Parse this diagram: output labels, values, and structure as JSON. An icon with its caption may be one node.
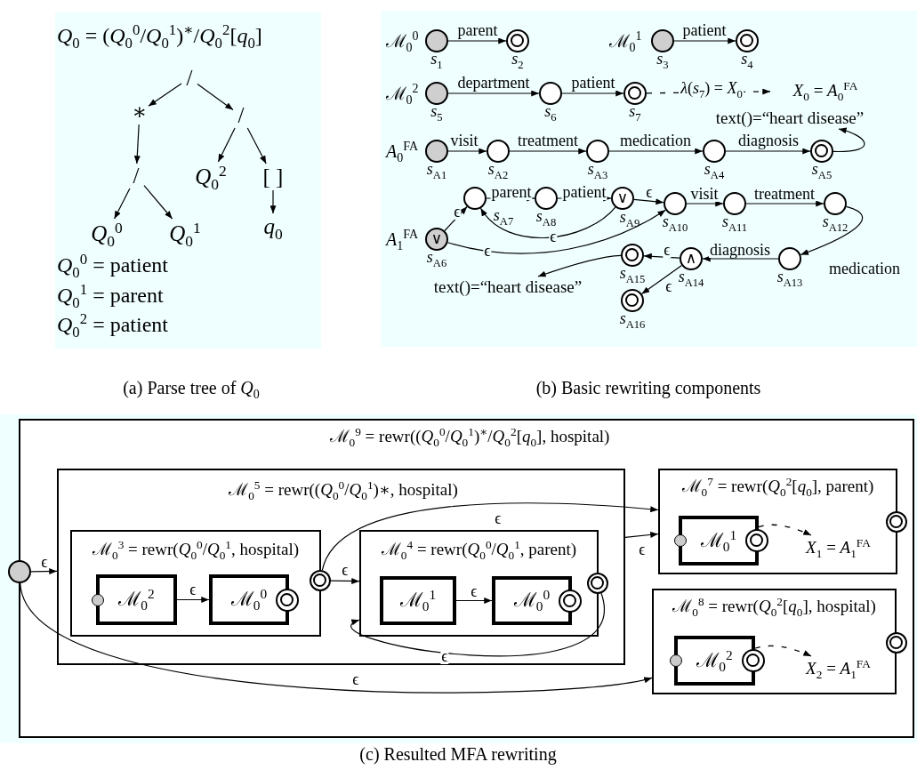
{
  "diagram": {
    "nodes": [
      {
        "text": [
          "/"
        ]
      },
      {
        "text": [
          "∗"
        ]
      },
      {
        "text": [
          "/"
        ]
      },
      {
        "text": [
          "/"
        ]
      },
      {
        "text": [
          "*Q*$_{0}$$^{2}$"
        ]
      },
      {
        "text": [
          "[ ]"
        ]
      },
      {
        "text": [
          "*Q*$_{0}$$^{0}$"
        ]
      },
      {
        "text": [
          "*Q*$_{0}$$^{1}$"
        ]
      },
      {
        "text": [
          "*q*$_{0}$"
        ]
      },
      {
        "text": [],
        "shape": "disc",
        "beside": [
          "*s*$_{1}$"
        ]
      },
      {
        "text": [],
        "shape": "ring",
        "beside": [
          "*s*$_{2}$"
        ]
      },
      {
        "text": [],
        "shape": "disc",
        "beside": [
          "*s*$_{3}$"
        ]
      },
      {
        "text": [],
        "shape": "ring",
        "beside": [
          "*s*$_{4}$"
        ]
      },
      {
        "text": [],
        "shape": "disc",
        "beside": [
          "*s*$_{5}$"
        ]
      },
      {
        "text": [],
        "shape": "circle",
        "beside": [
          "*s*$_{6}$"
        ]
      },
      {
        "text": [],
        "shape": "ring",
        "beside": [
          "*s*$_{7}$"
        ]
      },
      {
        "text": [
          "*X*$_{0}$ = *A*$_{0}$$^{FA}$"
        ]
      },
      {
        "text": [],
        "shape": "disc",
        "beside": [
          "*s*$_{A1}$"
        ]
      },
      {
        "text": [],
        "shape": "circle",
        "beside": [
          "*s*$_{A2}$"
        ]
      },
      {
        "text": [],
        "shape": "circle",
        "beside": [
          "*s*$_{A3}$"
        ]
      },
      {
        "text": [],
        "shape": "circle",
        "beside": [
          "*s*$_{A4}$"
        ]
      },
      {
        "text": [],
        "shape": "ring",
        "beside": [
          "*s*$_{A5}$"
        ]
      },
      {
        "text": [
          "text()=“heart disease”"
        ]
      },
      {
        "text": [
          "∨"
        ],
        "beside": [
          "*s*$_{A6}$"
        ]
      },
      {
        "text": [],
        "shape": "circle",
        "beside": [
          "*s*$_{A7}$"
        ]
      },
      {
        "text": [],
        "shape": "circle",
        "beside": [
          "*s*$_{A8}$"
        ]
      },
      {
        "text": [
          "∨"
        ],
        "beside": [
          "*s*$_{A9}$"
        ]
      },
      {
        "text": [],
        "shape": "circle",
        "beside": [
          "*s*$_{A10}$"
        ]
      },
      {
        "text": [],
        "shape": "circle",
        "beside": [
          "*s*$_{A11}$"
        ]
      },
      {
        "text": [],
        "shape": "circle",
        "beside": [
          "*s*$_{A12}$"
        ]
      },
      {
        "text": [],
        "shape": "circle",
        "beside": [
          "*s*$_{A13}$"
        ]
      },
      {
        "text": [
          "∧"
        ],
        "beside": [
          "*s*$_{A14}$"
        ]
      },
      {
        "text": [],
        "shape": "ring",
        "beside": [
          "*s*$_{A15}$"
        ]
      },
      {
        "text": [],
        "shape": "ring",
        "beside": [
          "*s*$_{A16}$"
        ]
      },
      {
        "text": [
          "text()=“heart disease”"
        ]
      },
      {
        "text": [
          "ℳ$_{0}$$^{9}$ = rewr((*Q*$_{0}$$^{0}$/*Q*$_{0}$$^{1}$)$^{∗}$/*Q*$_{0}$$^{2}$[*q*$_{0}$], hospital)"
        ]
      },
      {
        "text": [],
        "shape": "disc"
      },
      {
        "text": [
          "ℳ$_{0}$$^{5}$ = rewr((*Q*$_{0}$$^{0}$/*Q*$_{0}$$^{1}$)∗, hospital)"
        ],
        "in": 35
      },
      {
        "text": [
          "ℳ$_{0}$$^{3}$ = rewr(*Q*$_{0}$$^{0}$/*Q*$_{0}$$^{1}$, hospital)"
        ],
        "in": 37
      },
      {
        "text": [
          "ℳ$_{0}$$^{2}$"
        ],
        "in": 38
      },
      {
        "text": [
          "ℳ$_{0}$$^{0}$"
        ],
        "in": 38
      },
      {
        "text": [],
        "shape": "ring",
        "in": 37
      },
      {
        "text": [
          "ℳ$_{0}$$^{4}$ = rewr(*Q*$_{0}$$^{0}$/*Q*$_{0}$$^{1}$, parent)"
        ],
        "in": 37
      },
      {
        "text": [
          "ℳ$_{0}$$^{1}$"
        ],
        "in": 42
      },
      {
        "text": [
          "ℳ$_{0}$$^{0}$"
        ],
        "in": 42
      },
      {
        "text": [],
        "shape": "ring",
        "in": 37
      },
      {
        "text": [
          "ℳ$_{0}$$^{7}$ = rewr(*Q*$_{0}$$^{2}$[*q*$_{0}$], parent)"
        ],
        "in": 35
      },
      {
        "text": [
          "ℳ$_{0}$$^{1}$"
        ],
        "in": 46
      },
      {
        "text": [
          "*X*$_{1}$ = *A*$_{1}$$^{FA}$"
        ],
        "in": 46
      },
      {
        "text": [],
        "shape": "ring",
        "in": 35
      },
      {
        "text": [
          "ℳ$_{0}$$^{8}$ = rewr(*Q*$_{0}$$^{2}$[*q*$_{0}$], hospital)"
        ],
        "in": 35
      },
      {
        "text": [
          "ℳ$_{0}$$^{2}$"
        ],
        "in": 50
      },
      {
        "text": [
          "*X*$_{2}$ = *A*$_{1}$$^{FA}$"
        ],
        "in": 50
      },
      {
        "text": [],
        "shape": "ring",
        "in": 35
      }
    ],
    "edges": [
      {
        "from": 0,
        "to": 1,
        "arrow": "to"
      },
      {
        "from": 0,
        "to": 2,
        "arrow": "to"
      },
      {
        "from": 1,
        "to": 3,
        "arrow": "to"
      },
      {
        "from": 2,
        "to": 4,
        "arrow": "to"
      },
      {
        "from": 2,
        "to": 5,
        "arrow": "to"
      },
      {
        "from": 3,
        "to": 6,
        "arrow": "to"
      },
      {
        "from": 3,
        "to": 7,
        "arrow": "to"
      },
      {
        "from": 5,
        "to": 8,
        "arrow": "to"
      },
      {
        "from": 9,
        "to": 10,
        "arrow": "to",
        "label": "parent"
      },
      {
        "from": 11,
        "to": 12,
        "arrow": "to",
        "label": "patient"
      },
      {
        "from": 13,
        "to": 14,
        "arrow": "to",
        "label": "department"
      },
      {
        "from": 14,
        "to": 15,
        "arrow": "to",
        "label": "patient"
      },
      {
        "from": 15,
        "to": 16,
        "arrow": "to",
        "style": "dashed",
        "label": "*λ*(*s*$_{7}$) = *X*$_{0}$"
      },
      {
        "from": 17,
        "to": 18,
        "arrow": "to",
        "label": "visit"
      },
      {
        "from": 18,
        "to": 19,
        "arrow": "to",
        "label": "treatment"
      },
      {
        "from": 19,
        "to": 20,
        "arrow": "to",
        "label": "medication"
      },
      {
        "from": 20,
        "to": 21,
        "arrow": "to",
        "label": "diagnosis"
      },
      {
        "from": 21,
        "to": 22,
        "arrow": "to"
      },
      {
        "from": 23,
        "to": 24,
        "arrow": "to",
        "label": "ϵ"
      },
      {
        "from": 23,
        "to": 27,
        "arrow": "to",
        "label": "ϵ"
      },
      {
        "from": 24,
        "to": 25,
        "arrow": "to",
        "label": "parent"
      },
      {
        "from": 25,
        "to": 26,
        "arrow": "to",
        "label": "patient"
      },
      {
        "from": 26,
        "to": 24,
        "arrow": "to",
        "label": "ϵ"
      },
      {
        "from": 26,
        "to": 27,
        "arrow": "to",
        "label": "ϵ"
      },
      {
        "from": 27,
        "to": 28,
        "arrow": "to",
        "label": "visit"
      },
      {
        "from": 28,
        "to": 29,
        "arrow": "to",
        "label": "treatment"
      },
      {
        "from": 29,
        "to": 30,
        "arrow": "to",
        "label": "medication"
      },
      {
        "from": 30,
        "to": 31,
        "arrow": "to",
        "label": "diagnosis"
      },
      {
        "from": 31,
        "to": 32,
        "arrow": "to",
        "label": "ϵ"
      },
      {
        "from": 31,
        "to": 33,
        "arrow": "to",
        "label": "ϵ"
      },
      {
        "from": 32,
        "to": 34,
        "arrow": "to"
      },
      {
        "from": 36,
        "to": 37,
        "arrow": "to",
        "label": "ϵ"
      },
      {
        "from": 36,
        "to": 50,
        "arrow": "to",
        "label": "ϵ"
      },
      {
        "from": 39,
        "to": 40,
        "arrow": "to",
        "label": "ϵ"
      },
      {
        "from": 41,
        "to": 42,
        "arrow": "to",
        "label": "ϵ"
      },
      {
        "from": 41,
        "to": 46,
        "arrow": "to",
        "label": "ϵ"
      },
      {
        "from": 45,
        "to": 42,
        "arrow": "to",
        "label": "ϵ"
      },
      {
        "from": 37,
        "to": 46,
        "arrow": "to",
        "label": "ϵ"
      },
      {
        "from": 43,
        "to": 44,
        "arrow": "to",
        "label": "ϵ"
      },
      {
        "from": 47,
        "to": 48,
        "arrow": "to",
        "style": "dashed"
      },
      {
        "from": 51,
        "to": 52,
        "arrow": "to",
        "style": "dashed"
      }
    ],
    "labels": [
      "*Q*$_{0}$ = (*Q*$_{0}$$^{0}$/*Q*$_{0}$$^{1}$)$^{∗}$/*Q*$_{0}$$^{2}$[*q*$_{0}$]",
      "ℳ$_{0}$$^{0}$",
      "ℳ$_{0}$$^{1}$",
      "ℳ$_{0}$$^{2}$",
      "*A*$_{0}$$^{FA}$",
      "*A*$_{1}$$^{FA}$",
      "*Q*$_{0}$$^{0}$ = patient",
      "*Q*$_{0}$$^{1}$ = parent",
      "*Q*$_{0}$$^{2}$ = patient",
      "(a) Parse tree of *Q*$_{0}$",
      "(b) Basic rewriting components",
      "(c) Resulted MFA rewriting"
    ]
  }
}
